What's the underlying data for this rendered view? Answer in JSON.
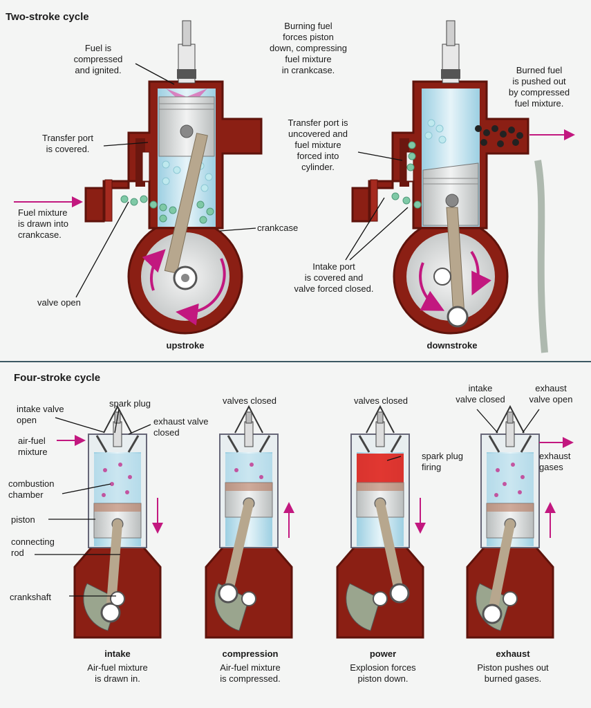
{
  "two_stroke": {
    "title": "Two-stroke cycle",
    "fuel_compressed": "Fuel is\ncompressed\nand ignited.",
    "transfer_covered": "Transfer port\nis covered.",
    "fuel_drawn": "Fuel mixture\nis drawn into\ncrankcase.",
    "valve_open": "valve open",
    "crankcase": "crankcase",
    "upstroke": "upstroke",
    "burning_fuel": "Burning fuel\nforces piston\ndown, compressing\nfuel mixture\nin crankcase.",
    "transfer_uncovered": "Transfer port is\nuncovered and\nfuel mixture\nforced into\ncylinder.",
    "burned_fuel": "Burned fuel\nis pushed out\nby compressed\nfuel mixture.",
    "intake_covered": "Intake port\nis covered and\nvalve forced closed.",
    "downstroke": "downstroke"
  },
  "four_stroke": {
    "title": "Four-stroke cycle",
    "intake_valve_open": "intake valve\nopen",
    "spark_plug": "spark plug",
    "exhaust_valve_closed": "exhaust valve\nclosed",
    "air_fuel_mixture": "air-fuel\nmixture",
    "combustion_chamber": "combustion\nchamber",
    "piston": "piston",
    "connecting_rod": "connecting\nrod",
    "crankshaft": "crankshaft",
    "valves_closed_1": "valves closed",
    "valves_closed_2": "valves closed",
    "spark_plug_firing": "spark plug\nfiring",
    "intake_valve_closed": "intake\nvalve closed",
    "exhaust_valve_open": "exhaust\nvalve open",
    "exhaust_gases": "exhaust\ngases",
    "strokes": [
      {
        "name": "intake",
        "desc": "Air-fuel mixture\nis drawn in."
      },
      {
        "name": "compression",
        "desc": "Air-fuel mixture\nis compressed."
      },
      {
        "name": "power",
        "desc": "Explosion forces\npiston down."
      },
      {
        "name": "exhaust",
        "desc": "Piston pushes out\nburned gases."
      }
    ]
  },
  "colors": {
    "casing": "#8b1f14",
    "casing_edge": "#5e130b",
    "cylinder_fill": "#bfe0ec",
    "piston": "#d9dcdc",
    "rod": "#b7a78e",
    "arrow": "#c2187f",
    "mixture": "#7fc9a6",
    "power_red": "#e0221b"
  }
}
